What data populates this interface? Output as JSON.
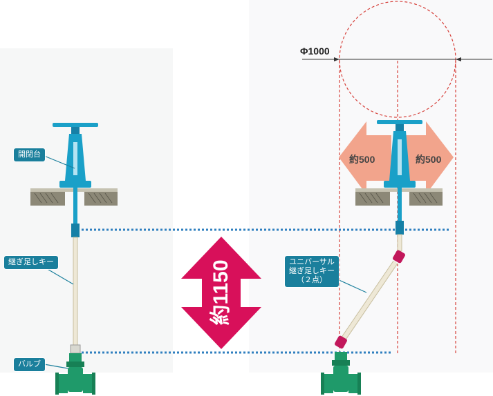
{
  "diagram": {
    "left_labels": {
      "handle_stand": "開閉台",
      "extension_key": "継ぎ足しキー",
      "valve": "バルブ"
    },
    "right_labels": {
      "universal_line1": "ユニバーサル",
      "universal_line2": "継ぎ足しキー",
      "universal_line3": "（２点）"
    },
    "diameter_label": "Φ1000",
    "offset_left_label": "約500",
    "offset_right_label": "約500",
    "height_label": "約1150"
  },
  "colors": {
    "pipe_blue": "#1aa0c8",
    "callout_teal": "#1a7f9c",
    "valve_green": "#1f9a6a",
    "magenta_arrow": "#d8105a",
    "salmon_arrow": "#f2a48c",
    "red_dashed": "#d6403a",
    "dotted_blue": "#2f7fbf"
  }
}
